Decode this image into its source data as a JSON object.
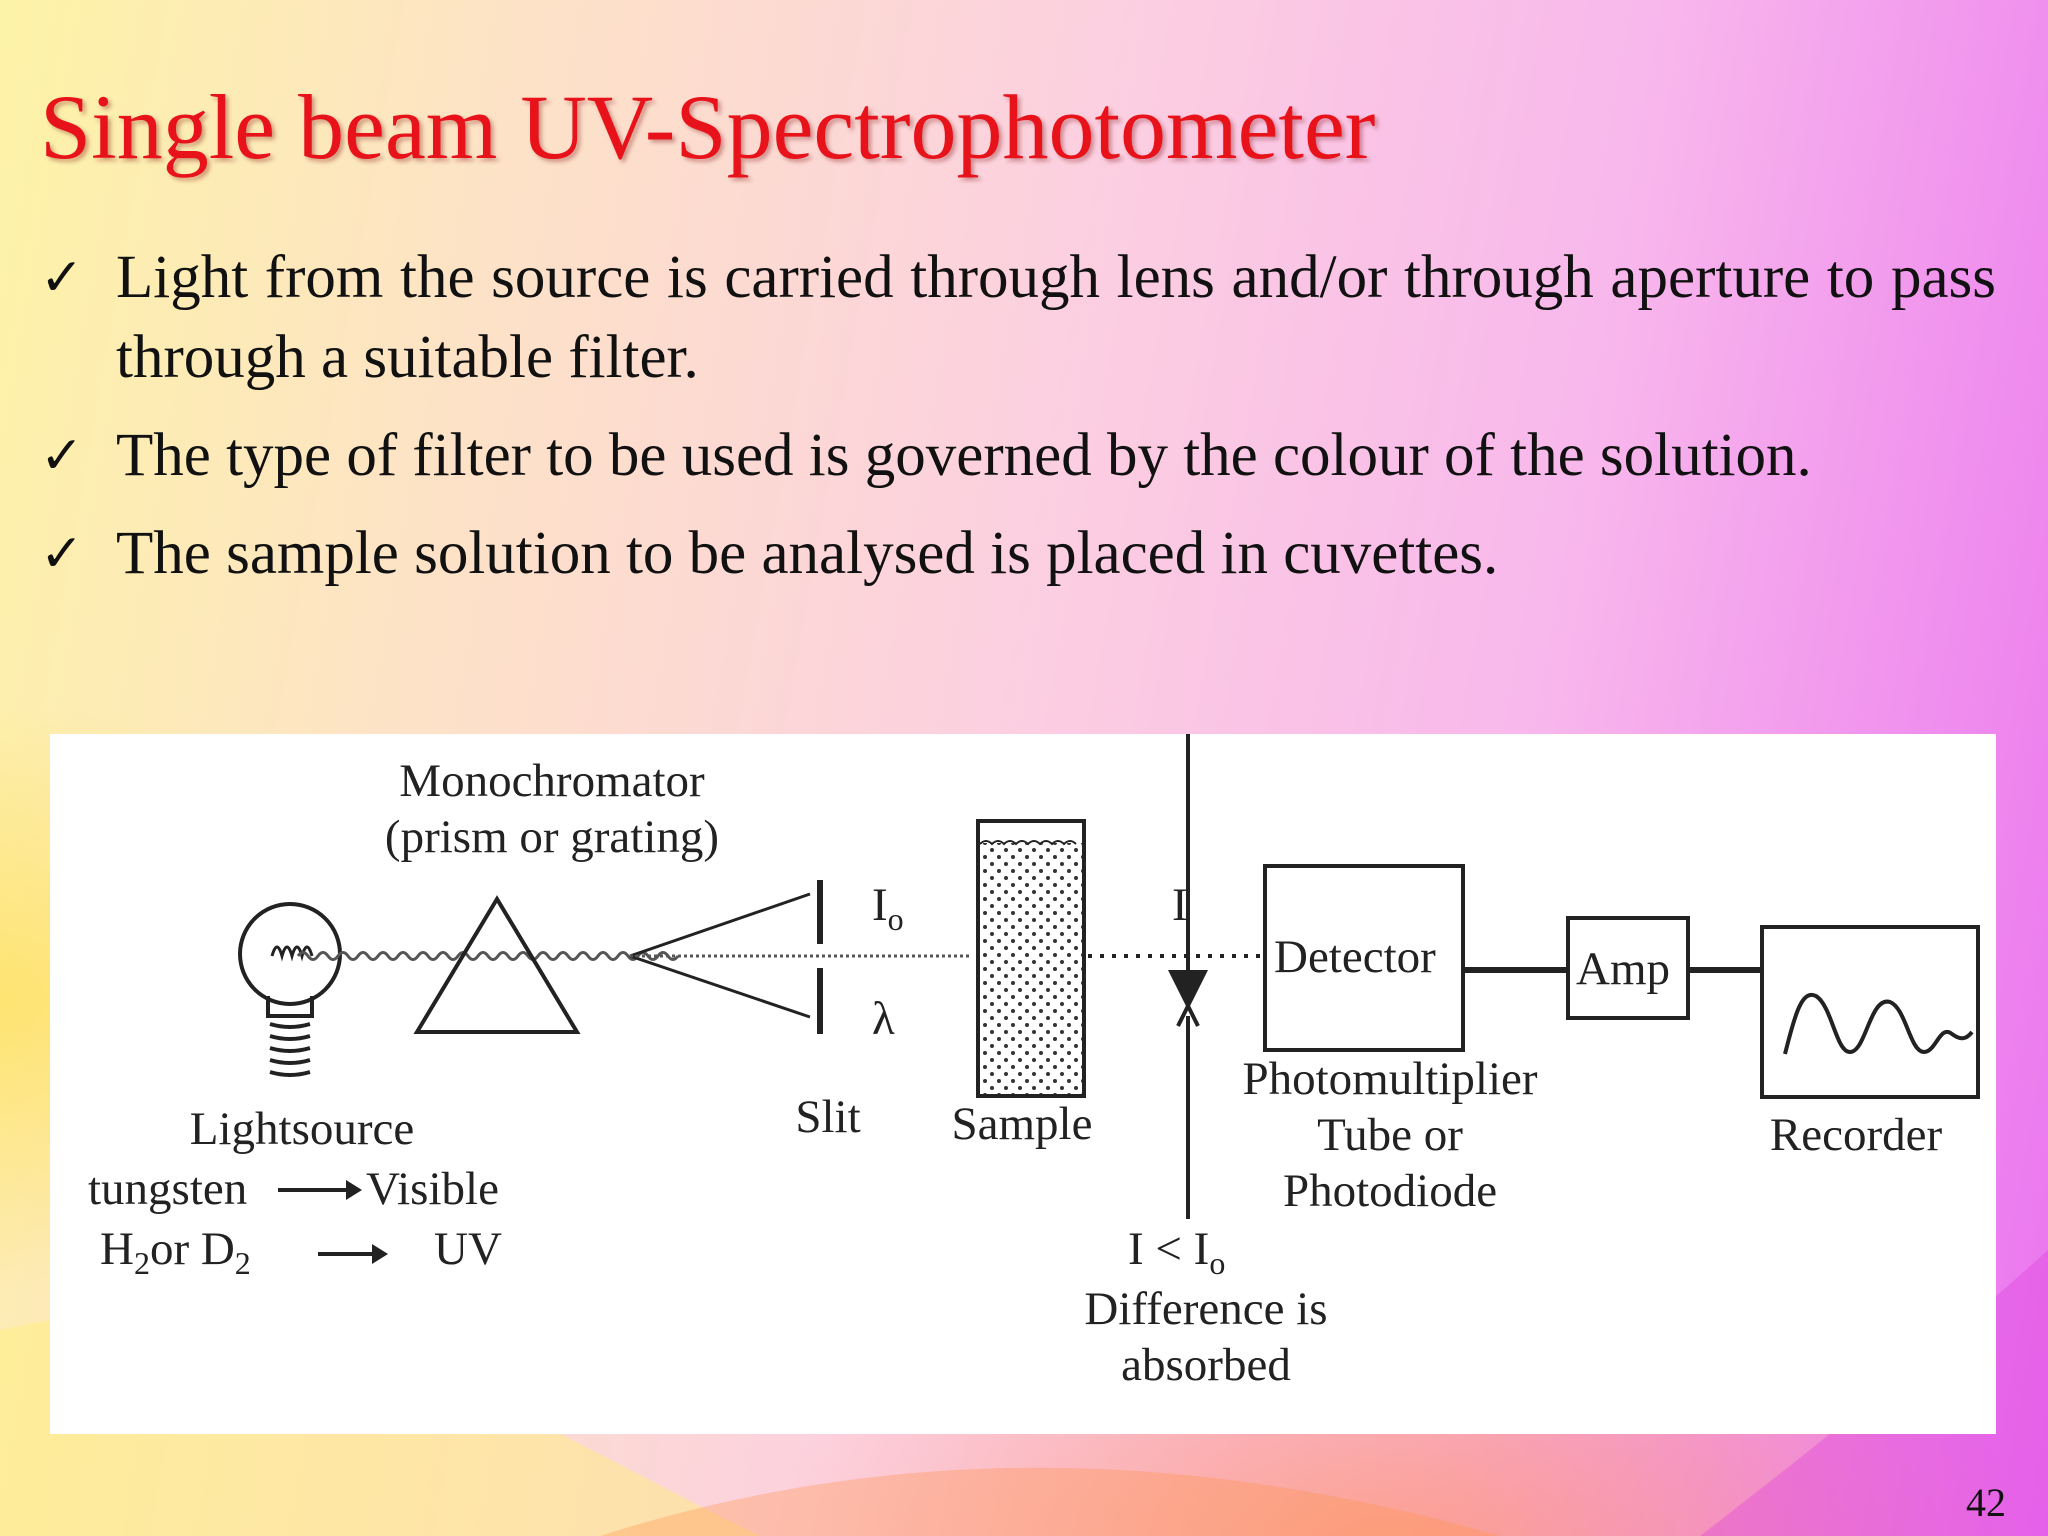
{
  "slide": {
    "title": "Single beam UV-Spectrophotometer",
    "bullets": [
      "Light from the source is carried through lens and/or through aperture to pass through a suitable filter.",
      "The type of filter to be used is governed by the colour of the solution.",
      "The sample solution to be analysed is placed in cuvettes."
    ],
    "page_number": "42"
  },
  "diagram": {
    "monochromator_line1": "Monochromator",
    "monochromator_line2": "(prism or grating)",
    "lightsource_line1": "Lightsource",
    "tungsten": "tungsten",
    "visible": "Visible",
    "h": "H",
    "h_sub": "2",
    "or_d": "or D",
    "d_sub": "2",
    "uv": "UV",
    "i0": "I",
    "i0_sub": "o",
    "lambda": "λ",
    "slit": "Slit",
    "sample": "Sample",
    "i": "I",
    "detector": "Detector",
    "amp": "Amp",
    "photo_line1": "Photomultiplier",
    "photo_line2": "Tube or",
    "photo_line3": "Photodiode",
    "recorder": "Recorder",
    "inequality": "I < I",
    "inequality_sub": "o",
    "diff_line1": "Difference is",
    "diff_line2": "absorbed"
  },
  "colors": {
    "title": "#e8121b",
    "text": "#111111"
  }
}
